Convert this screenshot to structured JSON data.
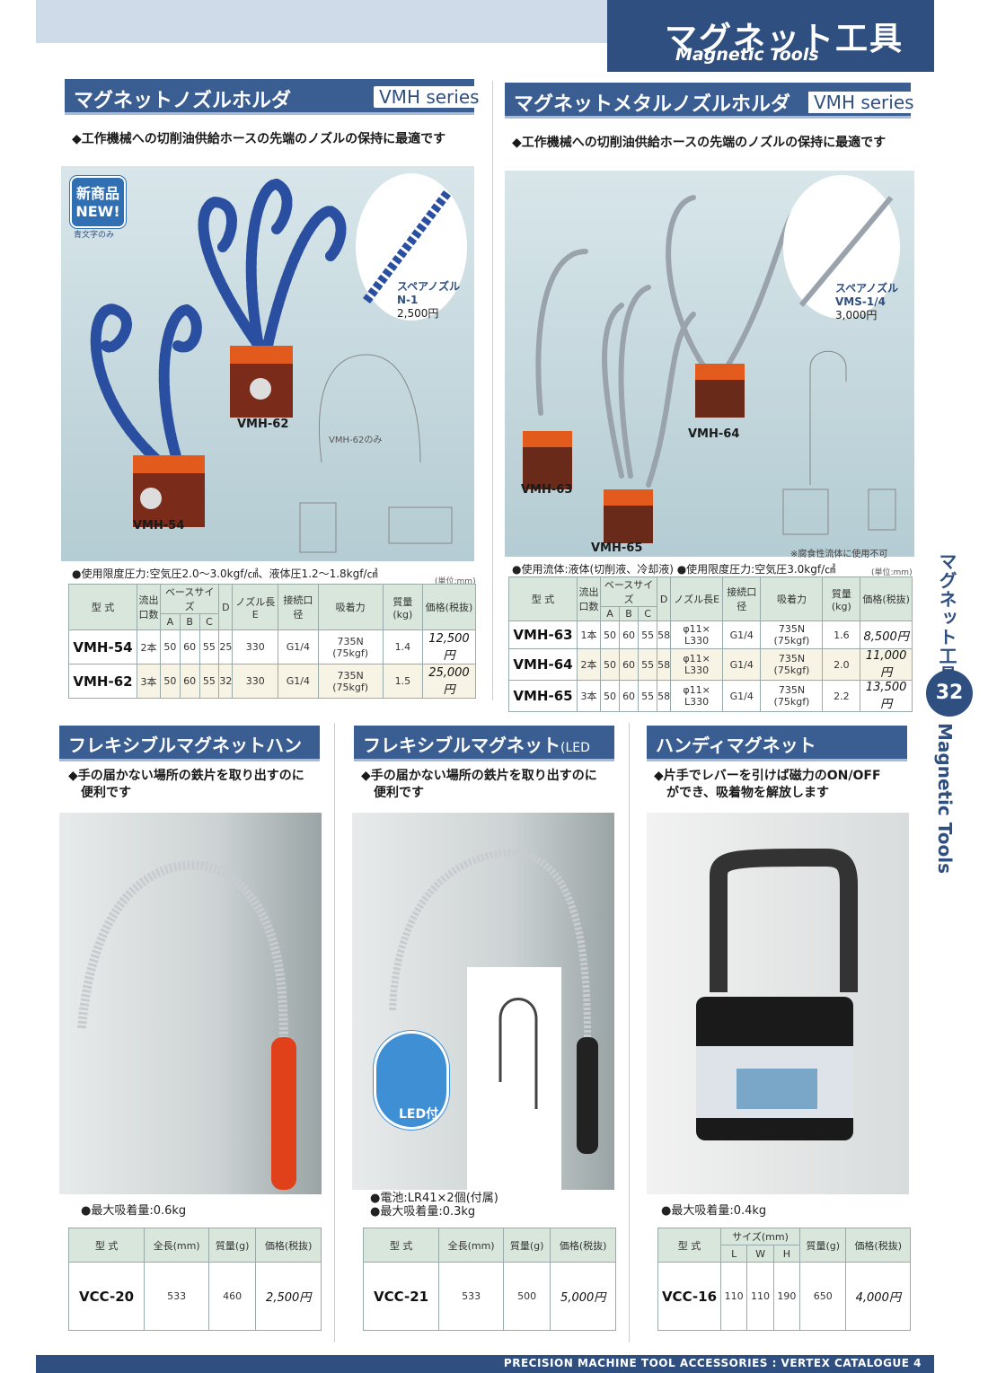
{
  "header": {
    "title_jp": "マグネット工具",
    "title_en": "Magnetic Tools"
  },
  "side": {
    "jp": "マグネット工具",
    "page": "32",
    "en": "Magnetic Tools"
  },
  "footer": "PRECISION MACHINE TOOL ACCESSORIES : VERTEX CATALOGUE 4",
  "vmh_left": {
    "title": "マグネットノズルホルダ",
    "series": "VMH series",
    "desc": "◆工作機械への切削油供給ホースの先端のノズルの保持に最適です",
    "badge": "新商品 NEW!",
    "badge_note": "青文字のみ",
    "label_62": "VMH-62",
    "label_54": "VMH-54",
    "label_62_only": "VMH-62のみ",
    "spare_name": "スペアノズル",
    "spare_code": "N-1",
    "spare_price": "2,500円",
    "spec": "●使用限度圧力:空気圧2.0〜3.0kgf/㎠、液体圧1.2〜1.8kgf/㎠",
    "unit": "(単位:mm)",
    "table": {
      "headers": [
        "型 式",
        "流出口数",
        "ベースサイズ",
        "A",
        "B",
        "C",
        "D",
        "ノズル長E",
        "接続口径",
        "吸着力",
        "質量(kg)",
        "価格(税抜)"
      ],
      "rows": [
        [
          "VMH-54",
          "2本",
          "50",
          "60",
          "55",
          "25",
          "330",
          "G1/4",
          "735N (75kgf)",
          "1.4",
          "12,500円"
        ],
        [
          "VMH-62",
          "3本",
          "50",
          "60",
          "55",
          "32",
          "330",
          "G1/4",
          "735N (75kgf)",
          "1.5",
          "25,000円"
        ]
      ]
    }
  },
  "vmh_right": {
    "title": "マグネットメタルノズルホルダ",
    "series": "VMH series",
    "desc": "◆工作機械への切削油供給ホースの先端のノズルの保持に最適です",
    "label_63": "VMH-63",
    "label_64": "VMH-64",
    "label_65": "VMH-65",
    "spare_name": "スペアノズル",
    "spare_code": "VMS-1/4",
    "spare_price": "3,000円",
    "corrosive": "※腐食性流体に使用不可",
    "spec": "●使用流体:液体(切削液、冷却液) ●使用限度圧力:空気圧3.0kgf/㎠",
    "unit": "(単位:mm)",
    "table": {
      "headers": [
        "型 式",
        "流出口数",
        "ベースサイズ",
        "A",
        "B",
        "C",
        "D",
        "ノズル長E",
        "接続口径",
        "吸着力",
        "質量(kg)",
        "価格(税抜)"
      ],
      "rows": [
        [
          "VMH-63",
          "1本",
          "50",
          "60",
          "55",
          "58",
          "φ11× L330",
          "G1/4",
          "735N (75kgf)",
          "1.6",
          "8,500円"
        ],
        [
          "VMH-64",
          "2本",
          "50",
          "60",
          "55",
          "58",
          "φ11× L330",
          "G1/4",
          "735N (75kgf)",
          "2.0",
          "11,000円"
        ],
        [
          "VMH-65",
          "3本",
          "50",
          "60",
          "55",
          "58",
          "φ11× L330",
          "G1/4",
          "735N (75kgf)",
          "2.2",
          "13,500円"
        ]
      ]
    }
  },
  "vcc20": {
    "title": "フレキシブルマグネットハンド",
    "desc1": "◆手の届かない場所の鉄片を取り出すのに",
    "desc2": "便利です",
    "spec": "●最大吸着量:0.6kg",
    "table": {
      "headers": [
        "型 式",
        "全長(mm)",
        "質量(g)",
        "価格(税抜)"
      ],
      "row": [
        "VCC-20",
        "533",
        "460",
        "2,500円"
      ]
    }
  },
  "vcc21": {
    "title": "フレキシブルマグネット",
    "title_suffix": "(LED付)",
    "desc1": "◆手の届かない場所の鉄片を取り出すのに",
    "desc2": "便利です",
    "led": "LED付",
    "spec1": "●電池:LR41×2個(付属)",
    "spec2": "●最大吸着量:0.3kg",
    "table": {
      "headers": [
        "型 式",
        "全長(mm)",
        "質量(g)",
        "価格(税抜)"
      ],
      "row": [
        "VCC-21",
        "533",
        "500",
        "5,000円"
      ]
    }
  },
  "vcc16": {
    "title": "ハンディマグネット",
    "desc1": "◆片手でレバーを引けば磁力のON/OFF",
    "desc2": "ができ、吸着物を解放します",
    "spec": "●最大吸着量:0.4kg",
    "table": {
      "headers": [
        "型 式",
        "サイズ(mm)",
        "L",
        "W",
        "H",
        "質量(g)",
        "価格(税抜)"
      ],
      "row": [
        "VCC-16",
        "110",
        "110",
        "190",
        "650",
        "4,000円"
      ]
    }
  }
}
